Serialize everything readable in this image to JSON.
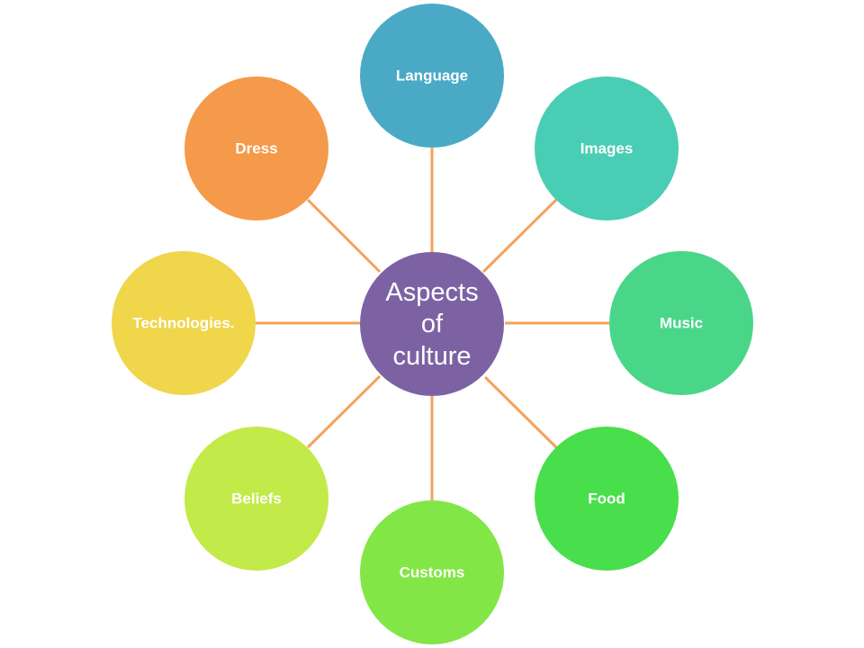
{
  "diagram": {
    "center": {
      "lines": [
        "Aspects",
        "of",
        "culture"
      ],
      "color": "#7d62a3"
    },
    "connector_color": "#f3a35a",
    "nodes": [
      {
        "label": "Language",
        "color": "#4aaac5"
      },
      {
        "label": "Images",
        "color": "#4acdb5"
      },
      {
        "label": "Music",
        "color": "#49d689"
      },
      {
        "label": "Food",
        "color": "#49de4b"
      },
      {
        "label": "Customs",
        "color": "#82e647"
      },
      {
        "label": "Beliefs",
        "color": "#c2ea48"
      },
      {
        "label": "Technologies.",
        "color": "#efd64b"
      },
      {
        "label": "Dress",
        "color": "#f59a4a"
      }
    ]
  }
}
